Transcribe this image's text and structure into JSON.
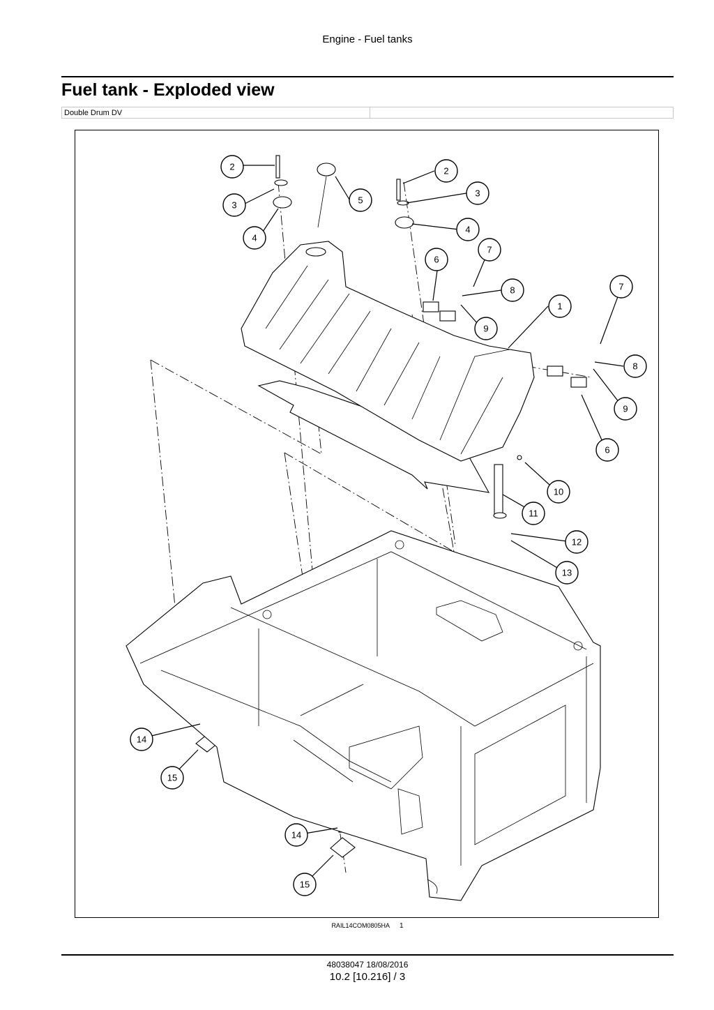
{
  "header": {
    "section": "Engine - Fuel tanks"
  },
  "title": "Fuel tank - Exploded view",
  "variant_table": {
    "cells": [
      "Double Drum DV",
      ""
    ]
  },
  "figure": {
    "caption_code": "RAIL14COM0805HA",
    "caption_number": "1",
    "callouts": [
      {
        "label": "2"
      },
      {
        "label": "3"
      },
      {
        "label": "4"
      },
      {
        "label": "5"
      },
      {
        "label": "2"
      },
      {
        "label": "3"
      },
      {
        "label": "4"
      },
      {
        "label": "6"
      },
      {
        "label": "7"
      },
      {
        "label": "8"
      },
      {
        "label": "9"
      },
      {
        "label": "1"
      },
      {
        "label": "7"
      },
      {
        "label": "8"
      },
      {
        "label": "9"
      },
      {
        "label": "6"
      },
      {
        "label": "10"
      },
      {
        "label": "11"
      },
      {
        "label": "12"
      },
      {
        "label": "13"
      },
      {
        "label": "14"
      },
      {
        "label": "15"
      },
      {
        "label": "14"
      },
      {
        "label": "15"
      }
    ]
  },
  "footer": {
    "doc_ref": "48038047 18/08/2016",
    "page_ref": "10.2 [10.216] / 3"
  }
}
